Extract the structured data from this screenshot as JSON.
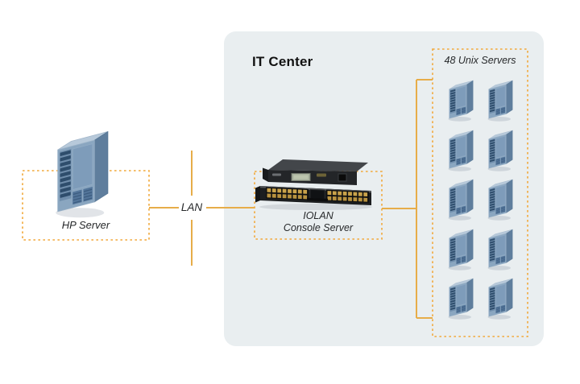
{
  "colors": {
    "accent_dash": "#f2a93b",
    "accent_line": "#e7ad49",
    "panel_bg": "#e9eef0"
  },
  "hp_server": {
    "label": "HP Server"
  },
  "lan": {
    "label": "LAN"
  },
  "it_center": {
    "title": "IT Center"
  },
  "iolan": {
    "name": "IOLAN",
    "subtitle": "Console Server"
  },
  "unix_servers": {
    "label": "48 Unix Servers",
    "tower_count": 10,
    "columns": 2,
    "rows": 5
  }
}
